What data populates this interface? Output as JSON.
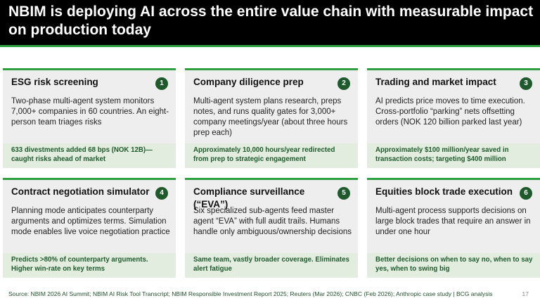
{
  "header": {
    "title": "NBIM is deploying AI across the entire value chain with measurable impact on production today"
  },
  "cards": [
    {
      "number": "1",
      "title": "ESG risk screening",
      "body": "Two-phase multi-agent system monitors 7,000+ companies in 60 countries. An eight-person team triages risks",
      "impact": "633 divestments added 68 bps (NOK 12B)—caught risks ahead of market"
    },
    {
      "number": "2",
      "title": "Company diligence prep",
      "body": "Multi-agent system plans research, preps notes, and runs quality gates for 3,000+ company meetings/year (about three hours prep each)",
      "impact": "Approximately 10,000 hours/year redirected from prep to strategic engagement"
    },
    {
      "number": "3",
      "title": "Trading and market impact",
      "body": "AI predicts price moves to time execution. Cross-portfolio “parking” nets offsetting orders (NOK 120 billion parked last year)",
      "impact": "Approximately $100 million/year saved in transaction costs; targeting $400 million"
    },
    {
      "number": "4",
      "title": "Contract negotiation simulator",
      "body": "Planning mode anticipates counterparty arguments and optimizes terms. Simulation mode enables live voice negotiation practice",
      "impact": "Predicts >80% of counterparty arguments. Higher win-rate on key terms"
    },
    {
      "number": "5",
      "title": "Compliance surveillance (“EVA”)",
      "body": "Six specialized sub-agents feed master agent “EVA” with full audit trails. Humans handle only ambiguous/ownership decisions",
      "impact": "Same team, vastly broader coverage. Eliminates alert fatigue"
    },
    {
      "number": "6",
      "title": "Equities block trade execution",
      "body": "Multi-agent process supports decisions on large block trades that require an answer in under one hour",
      "impact": "Better decisions on when to say no, when to say yes, when to swing big"
    }
  ],
  "footer": {
    "source": "Source: NBIM 2026 AI Summit; NBIM AI Risk Tool Transcript; NBIM Responsible Investment Report 2025; Reuters (Mar 2026); CNBC (Feb 2026); Anthropic case study | BCG analysis",
    "page_number": "17"
  },
  "colors": {
    "accent_green": "#2e9e3f",
    "dark_green": "#1f5a2c",
    "card_bg": "#eeeeee",
    "impact_bg": "#e2ede0"
  }
}
